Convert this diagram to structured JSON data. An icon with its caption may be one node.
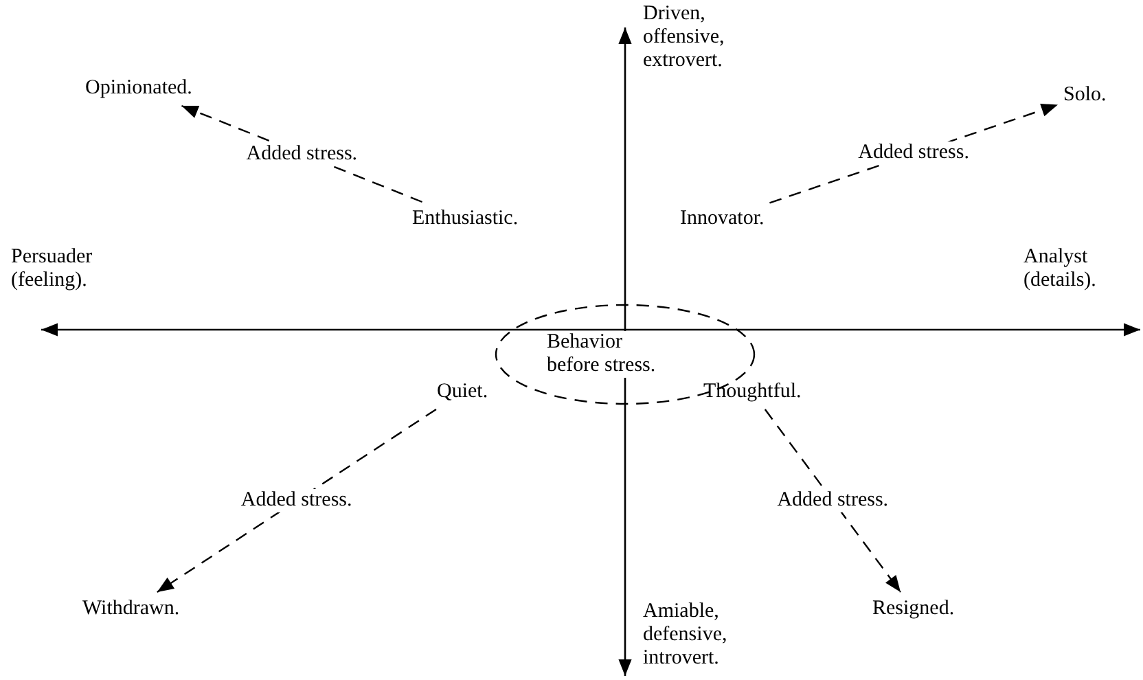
{
  "diagram": {
    "nodes": [
      {
        "text": [
          "Opinionated."
        ]
      },
      {
        "text": [
          "Solo."
        ]
      },
      {
        "text": [
          "Enthusiastic."
        ]
      },
      {
        "text": [
          "Innovator."
        ]
      },
      {
        "text": [
          "Behavior before stress."
        ]
      },
      {
        "text": [
          "Quiet."
        ]
      },
      {
        "text": [
          "Thoughtful."
        ]
      },
      {
        "text": [
          "Withdrawn."
        ]
      },
      {
        "text": [
          "Resigned."
        ]
      }
    ],
    "edges": [
      {
        "from": 2,
        "to": 0,
        "arrow": "to",
        "label": "Added stress.",
        "style": "dashed"
      },
      {
        "from": 3,
        "to": 1,
        "arrow": "to",
        "label": "Added stress.",
        "style": "dashed"
      },
      {
        "from": 5,
        "to": 7,
        "arrow": "to",
        "label": "Added stress.",
        "style": "dashed"
      },
      {
        "from": 6,
        "to": 8,
        "arrow": "to",
        "label": "Added stress.",
        "style": "dashed"
      }
    ],
    "labels": [
      "Driven, offensive, extrovert.",
      "Persuader (feeling).",
      "Analyst (details).",
      "Amiable, defensive, introvert."
    ]
  }
}
